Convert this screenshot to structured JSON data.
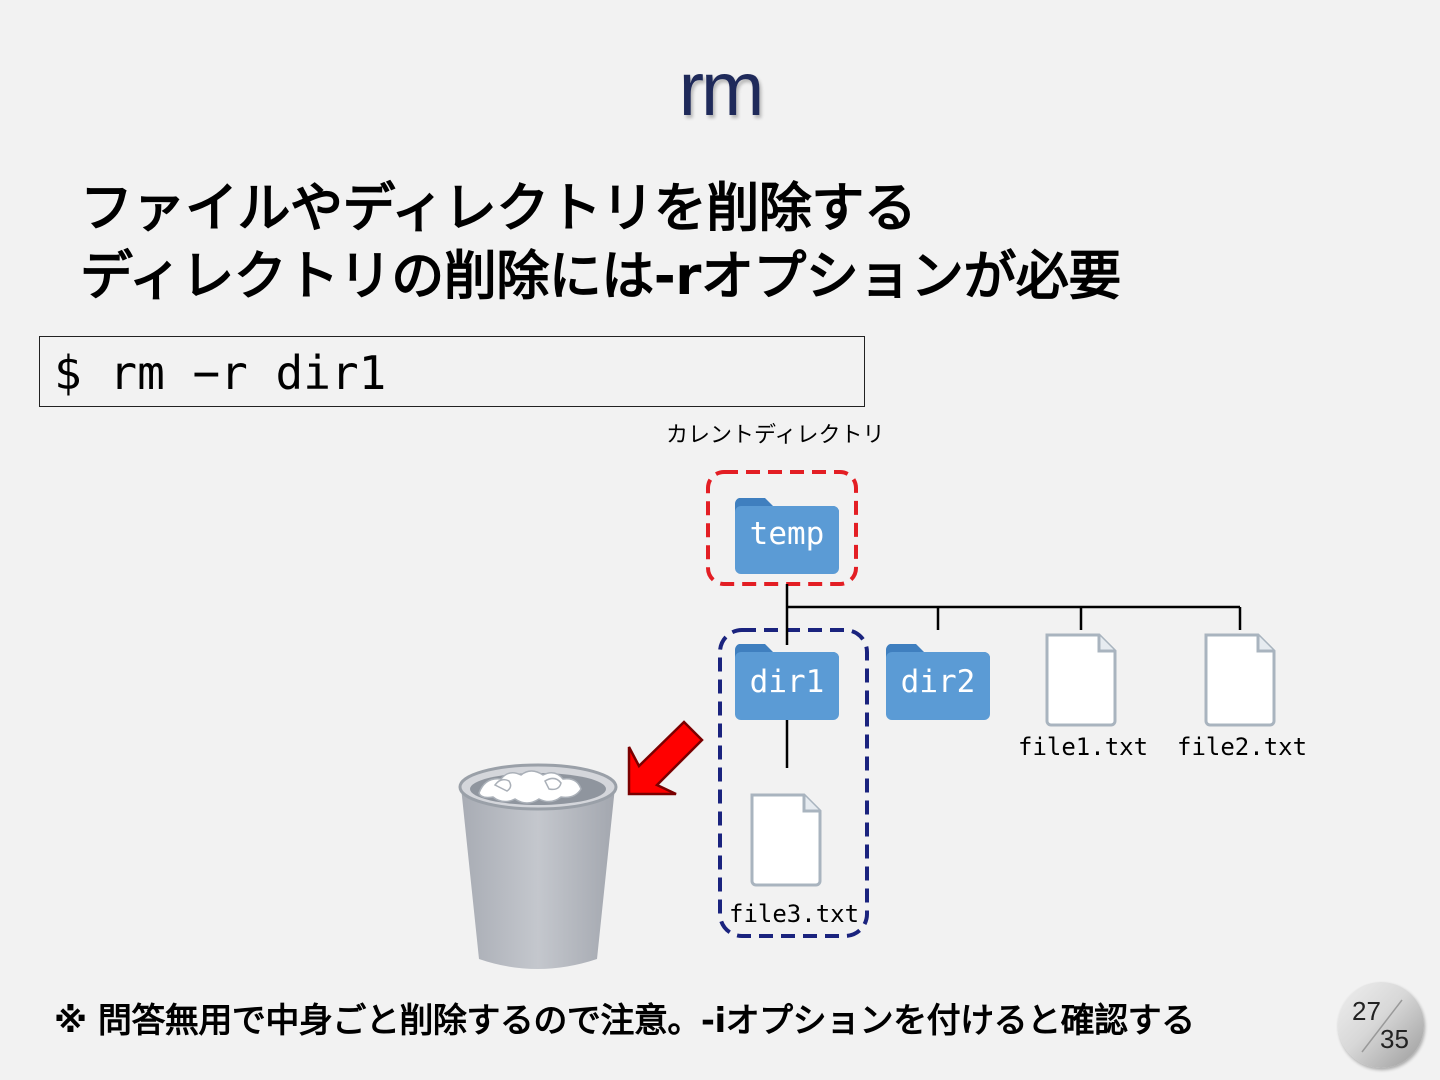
{
  "title": "rm",
  "bullets": [
    "ファイルやディレクトリを削除する",
    "ディレクトリの削除には-rオプションが必要"
  ],
  "command": "$ rm −r dir1",
  "tree": {
    "current_dir_label": "カレントディレクトリ",
    "root": "temp",
    "dir1": "dir1",
    "dir2": "dir2",
    "file1": "file1.txt",
    "file2": "file2.txt",
    "file3": "file3.txt"
  },
  "note": "※ 問答無用で中身ごと削除するので注意。-iオプションを付けると確認する",
  "page": {
    "current": "27",
    "total": "35"
  },
  "colors": {
    "title": "#1f2a5a",
    "folder": "#5b9bd5",
    "current_dir_border": "#e31e24",
    "dir1_border": "#1a237e",
    "arrow": "#ff0000"
  }
}
